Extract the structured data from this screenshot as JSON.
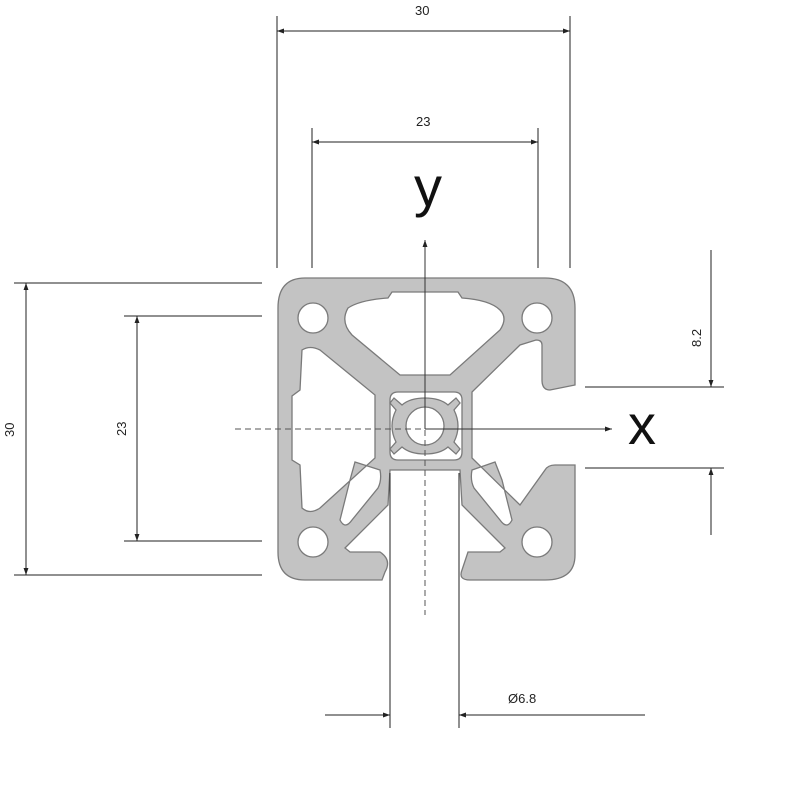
{
  "drawing": {
    "dimensions": {
      "overall_width": "30",
      "inner_width": "23",
      "overall_height": "30",
      "inner_height": "23",
      "slot_offset": "8.2",
      "core_diameter": "Ø6.8"
    },
    "axes": {
      "x_label": "x",
      "y_label": "y"
    },
    "colors": {
      "profile_fill": "#c3c3c3",
      "profile_stroke": "#7a7a7a",
      "line": "#222222"
    }
  }
}
